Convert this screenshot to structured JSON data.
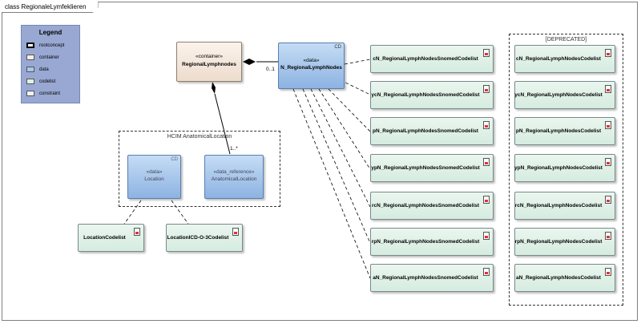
{
  "frame_title": "class RegionaleLymfeklieren",
  "legend": {
    "title": "Legend",
    "items": [
      {
        "label": "rootconcept",
        "color": "#ffffff"
      },
      {
        "label": "container",
        "color": "#f6ece2"
      },
      {
        "label": "data",
        "color": "#a9c7ee"
      },
      {
        "label": "codelist",
        "color": "#dff1e6"
      },
      {
        "label": "constraint",
        "color": "#f1f1f8"
      }
    ]
  },
  "container_box": {
    "stereotype": "«container»",
    "name": "RegionalLymphnodes"
  },
  "main_data": {
    "cd": "CD",
    "stereotype": "«data»",
    "name": "N_RegionalLymphNodes"
  },
  "multiplicities": {
    "main": "0..1",
    "anatomical": "1..*"
  },
  "package": {
    "title": "HCIM AnatomicalLocation"
  },
  "location": {
    "cd": "CD",
    "stereotype": "«data»",
    "name": "Location"
  },
  "anatomical": {
    "stereotype": "«data_reference»",
    "name": "AnatomicalLocation"
  },
  "bottom_codelists": [
    "LocationCodelist",
    "LocationICD-O-3Codelist"
  ],
  "codelists": [
    "cN_RegionalLymphNodesSnomedCodelist",
    "ycN_RegionalLymphNodesSnomedCodelist",
    "pN_RegionalLymphNodesSnomedCodelist",
    "ypN_RegionalLymphNodesSnomedCodelist",
    "rcN_RegionalLymphNodesSnomedCodelist",
    "rpN_RegionalLymphNodesSnomedCodelist",
    "aN_RegionalLymphNodesSnomedCodelist"
  ],
  "deprecated": {
    "title": "[DEPRECATED]",
    "items": [
      "cN_RegionalLymphNodesCodelist",
      "ycN_RegionalLymphNodesCodelist",
      "pN_RegionalLymphNodesCodelist",
      "ypN_RegionalLymphNodesCodelist",
      "rcN_RegionalLymphNodesCodelist",
      "rpN_RegionalLymphNodesCodelist",
      "aN_RegionalLymphNodesCodelist"
    ]
  }
}
